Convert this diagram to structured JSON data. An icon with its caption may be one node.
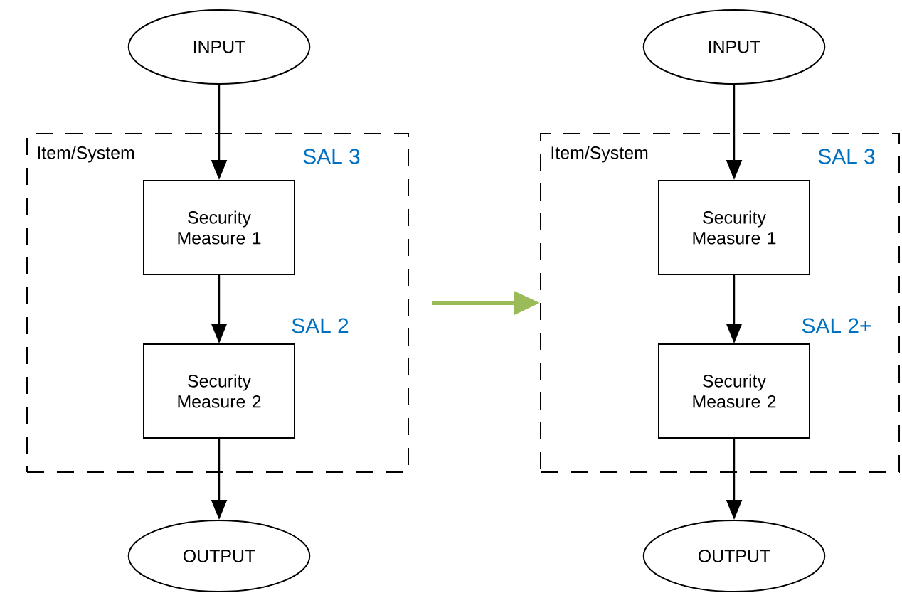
{
  "diagram": {
    "nodes": [
      {
        "text": [
          "INPUT"
        ]
      },
      {
        "text": [
          "Item/System"
        ]
      },
      {
        "text": [
          "Security Measure 1"
        ],
        "in": 1
      },
      {
        "text": [
          "Security Measure 2"
        ],
        "in": 1
      },
      {
        "text": [
          "OUTPUT"
        ]
      },
      {
        "text": [
          "INPUT"
        ]
      },
      {
        "text": [
          "Item/System"
        ]
      },
      {
        "text": [
          "Security Measure 1"
        ],
        "in": 6
      },
      {
        "text": [
          "Security Measure 2"
        ],
        "in": 6
      },
      {
        "text": [
          "OUTPUT"
        ]
      }
    ],
    "edges": [
      {
        "from": 0,
        "to": 2,
        "arrow": "to"
      },
      {
        "from": 2,
        "to": 3,
        "arrow": "to"
      },
      {
        "from": 3,
        "to": 4,
        "arrow": "to"
      },
      {
        "from": 1,
        "to": 6,
        "arrow": "to",
        "color": "#9bbb59",
        "style": "thick"
      },
      {
        "from": 5,
        "to": 7,
        "arrow": "to"
      },
      {
        "from": 7,
        "to": 8,
        "arrow": "to"
      },
      {
        "from": 8,
        "to": 9,
        "arrow": "to"
      }
    ],
    "labels": [
      "SAL 3",
      "SAL 2",
      "SAL 3",
      "SAL 2+"
    ]
  }
}
